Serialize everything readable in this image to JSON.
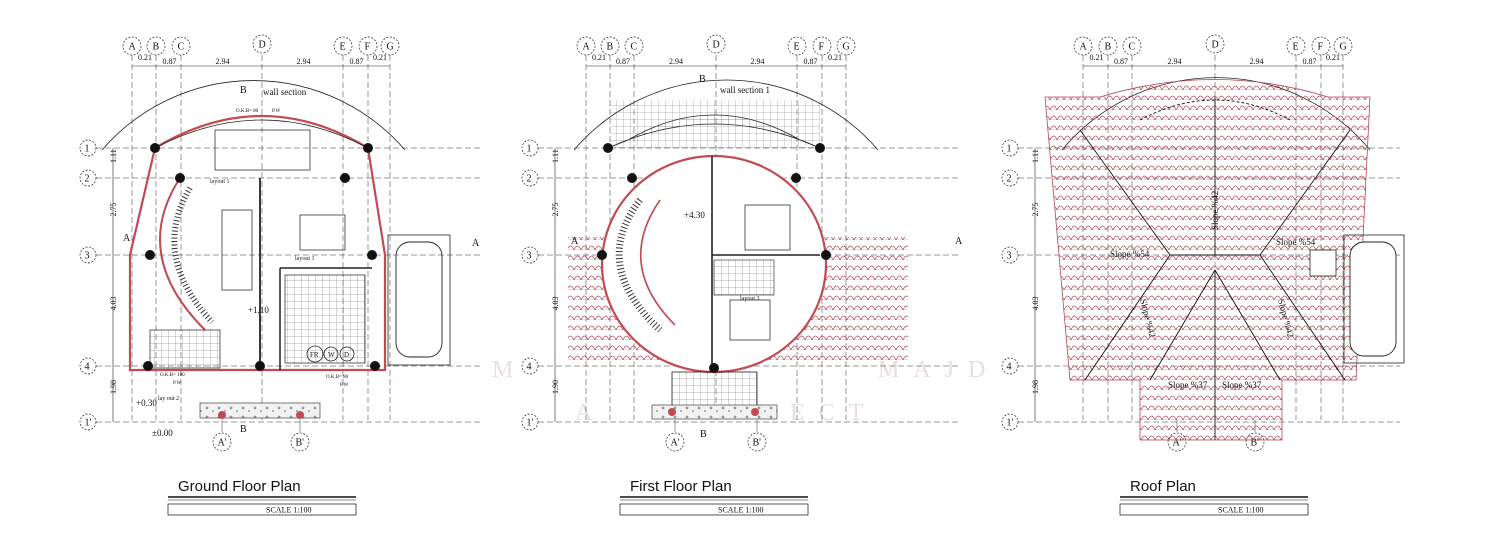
{
  "plans": [
    {
      "title": "Ground Floor Plan",
      "scale": "SCALE   1:100",
      "section_label": "wall section",
      "notes": [
        "+1.10",
        "+0.30",
        "±0.00",
        "layout 1",
        "lay out 2",
        "layout 1"
      ],
      "appliances": [
        "FR",
        "W",
        "D"
      ]
    },
    {
      "title": "First Floor Plan",
      "scale": "SCALE   1:100",
      "section_label": "wall section 1",
      "notes": [
        "+4.30",
        "layout 3"
      ]
    },
    {
      "title": "Roof Plan",
      "scale": "SCALE   1:100",
      "slopes": [
        "Slope %42",
        "Slope %54",
        "Slope %54",
        "Slope %42",
        "Slope %42",
        "Slope %37",
        "Slope %37"
      ]
    }
  ],
  "grid_cols": [
    "A",
    "B",
    "C",
    "D",
    "E",
    "F",
    "G"
  ],
  "grid_rows": [
    "1",
    "2",
    "3",
    "4",
    "1'"
  ],
  "bottom_bubbles": [
    "A'",
    "B'"
  ],
  "dims_top": [
    "0.21",
    "0.87",
    "2.94",
    "2.94",
    "0.87",
    "0.21"
  ],
  "dims_left": [
    "1.11",
    "2.75",
    "4.03",
    "1.98"
  ],
  "dims_left_first": [
    "1.11",
    "2.75",
    "4.03",
    "1.90"
  ],
  "section_marks": [
    "A",
    "B"
  ],
  "window_tags": [
    "O.K.B= 80",
    "P.W",
    "O.K.B= 100",
    "P.W",
    "O.K.B= 80",
    "P.W"
  ],
  "watermark": [
    "M",
    "MAJD",
    "A",
    "ECT"
  ]
}
